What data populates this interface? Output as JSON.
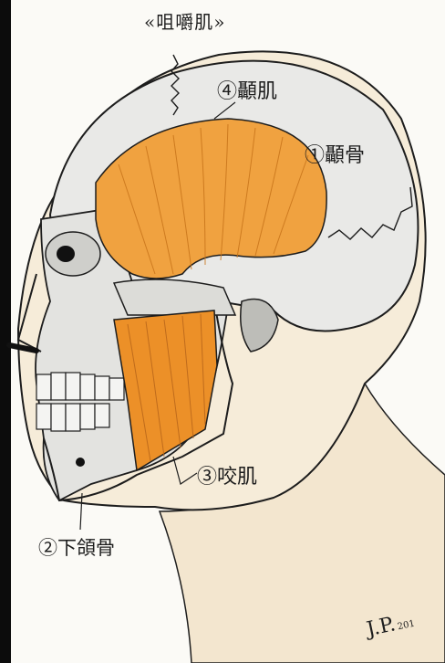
{
  "title": "«咀嚼肌»",
  "labels": {
    "temporalis": "④顳肌",
    "temporal_bone": "①顳骨",
    "masseter": "③咬肌",
    "mandible": "②下頜骨"
  },
  "signature": {
    "initials": "J.P.",
    "year": "201"
  },
  "colors": {
    "muscle": "#f0a240",
    "muscle_dark": "#e98a22",
    "skull": "#e9e9e7",
    "skin": "#f3e6cf",
    "line": "#1d1d1d",
    "background": "#fbfaf6"
  }
}
